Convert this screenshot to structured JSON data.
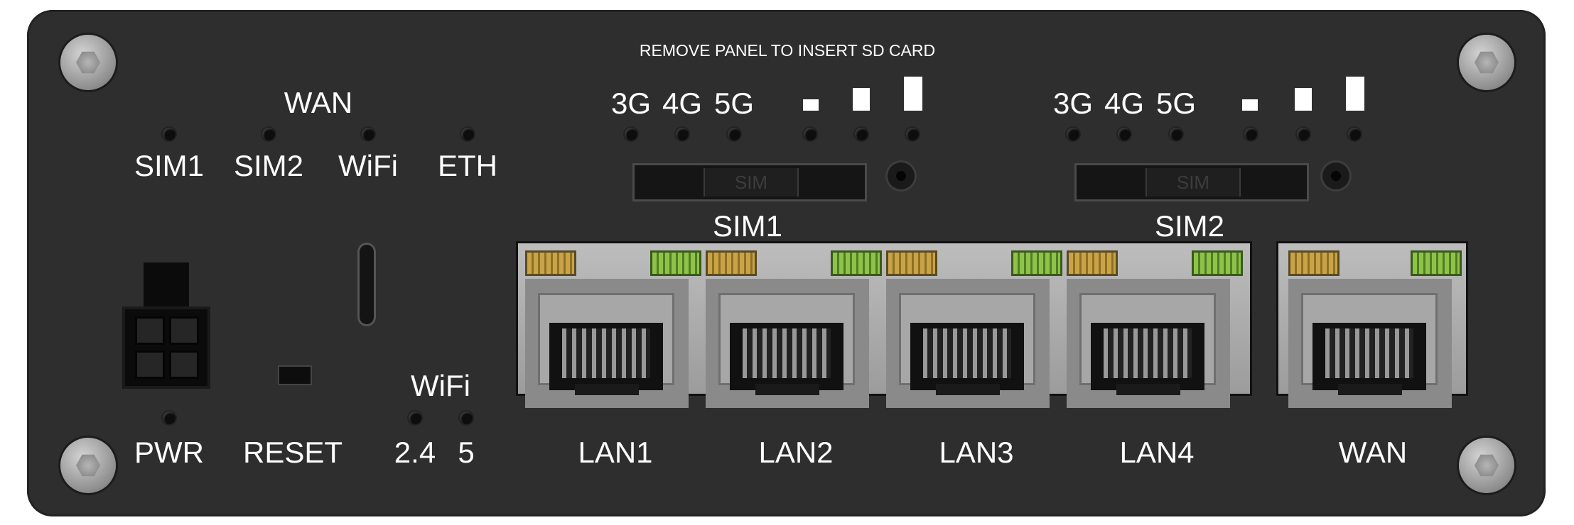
{
  "device": "router-front-panel",
  "colors": {
    "panel": "#2e2e2e",
    "text": "#ffffff",
    "led_yellow": "#c8a34a",
    "led_green": "#8ec24a"
  },
  "sd_notice": "REMOVE PANEL TO INSERT SD CARD",
  "wan_leds": {
    "title": "WAN",
    "labels": [
      "SIM1",
      "SIM2",
      "WiFi",
      "ETH"
    ]
  },
  "mobile_sim1": {
    "tech": [
      "3G",
      "4G",
      "5G"
    ],
    "slot_label": "SIM1",
    "slot_text": "SIM"
  },
  "mobile_sim2": {
    "tech": [
      "3G",
      "4G",
      "5G"
    ],
    "slot_label": "SIM2",
    "slot_text": "SIM"
  },
  "power": {
    "label": "PWR"
  },
  "reset": {
    "label": "RESET"
  },
  "wifi": {
    "title": "WiFi",
    "bands": [
      "2.4",
      "5"
    ]
  },
  "lan_ports": [
    "LAN1",
    "LAN2",
    "LAN3",
    "LAN4"
  ],
  "wan_port": "WAN"
}
